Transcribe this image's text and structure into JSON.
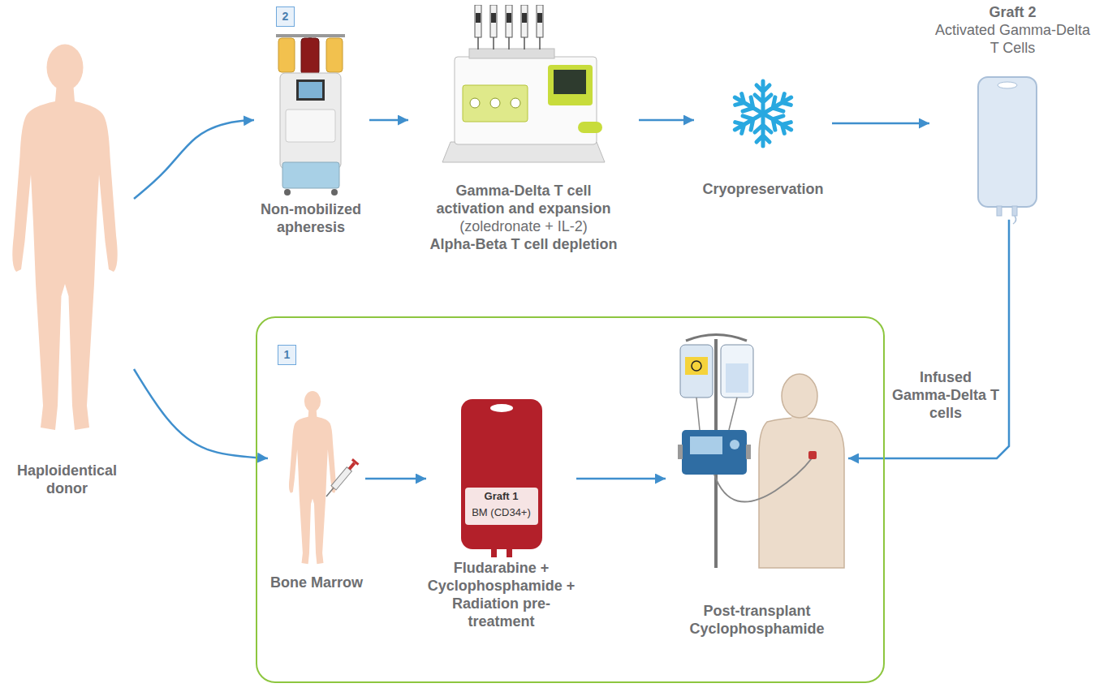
{
  "diagram": {
    "nodes": [
      {
        "text": [
          "Haploidentical donor"
        ]
      },
      {
        "text": [
          "Non-mobilized apheresis"
        ]
      },
      {
        "text": [
          "Gamma-Delta T cell activation and expansion",
          "(zoledronate + IL-2)",
          "Alpha-Beta T cell depletion"
        ]
      },
      {
        "text": [
          "Cryopreservation"
        ]
      },
      {
        "text": [
          "Graft 2",
          "Activated Gamma-Delta T Cells"
        ]
      },
      {
        "text": [
          "1"
        ]
      },
      {
        "text": [
          "Bone Marrow"
        ],
        "in": 5
      },
      {
        "text": [
          "Graft 1",
          "BM (CD34+)",
          "Fludarabine + Cyclophosphamide + Radiation pre-treatment"
        ],
        "in": 5
      },
      {
        "text": [
          "Post-transplant Cyclophosphamide"
        ],
        "in": 5
      }
    ],
    "edges": [
      {
        "from": 0,
        "to": 1,
        "arrow": "to"
      },
      {
        "from": 1,
        "to": 2,
        "arrow": "to"
      },
      {
        "from": 2,
        "to": 3,
        "arrow": "to"
      },
      {
        "from": 3,
        "to": 4,
        "arrow": "to"
      },
      {
        "from": 0,
        "to": 6,
        "arrow": "to"
      },
      {
        "from": 6,
        "to": 7,
        "arrow": "to"
      },
      {
        "from": 7,
        "to": 8,
        "arrow": "to"
      },
      {
        "from": 4,
        "to": 8,
        "label": "Infused Gamma-Delta T cells",
        "arrow": "to"
      }
    ],
    "labels": [
      "2"
    ]
  }
}
